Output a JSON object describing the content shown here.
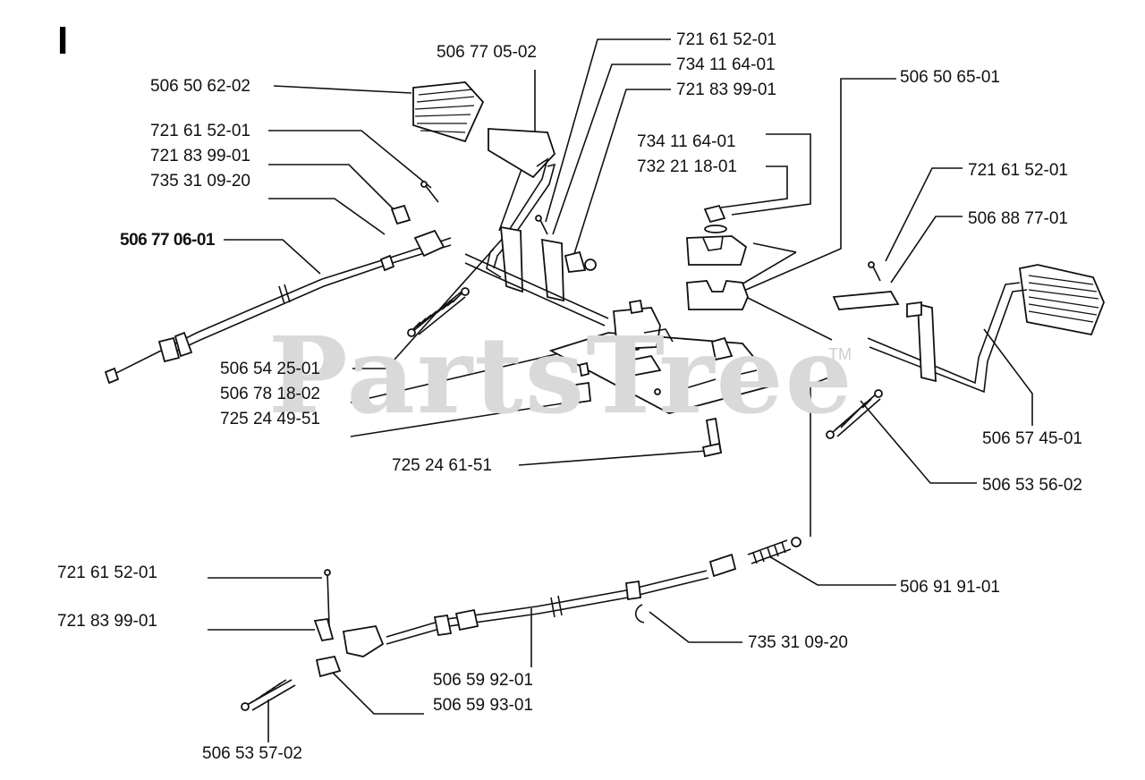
{
  "section_letter": "I",
  "watermark": {
    "text": "PartsTree",
    "tm": "TM"
  },
  "labels": [
    {
      "id": "l01",
      "text": "506 77 05-02"
    },
    {
      "id": "l02",
      "text": "721 61 52-01"
    },
    {
      "id": "l03",
      "text": "734 11 64-01"
    },
    {
      "id": "l04",
      "text": "721 83 99-01"
    },
    {
      "id": "l05",
      "text": "506 50 65-01"
    },
    {
      "id": "l06",
      "text": "506 50 62-02"
    },
    {
      "id": "l07",
      "text": "721 61 52-01"
    },
    {
      "id": "l08",
      "text": "721 83 99-01"
    },
    {
      "id": "l09",
      "text": "735 31 09-20"
    },
    {
      "id": "l10",
      "text": "734 11 64-01"
    },
    {
      "id": "l11",
      "text": "732 21 18-01"
    },
    {
      "id": "l12",
      "text": "721 61 52-01"
    },
    {
      "id": "l13",
      "text": "506 88 77-01"
    },
    {
      "id": "l14",
      "text": "506 77 06-01"
    },
    {
      "id": "l15",
      "text": "506 54 25-01"
    },
    {
      "id": "l16",
      "text": "506 78 18-02"
    },
    {
      "id": "l17",
      "text": "725 24 49-51"
    },
    {
      "id": "l18",
      "text": "725 24 61-51"
    },
    {
      "id": "l19",
      "text": "506 57 45-01"
    },
    {
      "id": "l20",
      "text": "506 53 56-02"
    },
    {
      "id": "l21",
      "text": "721 61 52-01"
    },
    {
      "id": "l22",
      "text": "506 91 91-01"
    },
    {
      "id": "l23",
      "text": "721 83 99-01"
    },
    {
      "id": "l24",
      "text": "735 31 09-20"
    },
    {
      "id": "l25",
      "text": "506 59 92-01"
    },
    {
      "id": "l26",
      "text": "506 59 93-01"
    },
    {
      "id": "l27",
      "text": "506 53 57-02"
    }
  ]
}
